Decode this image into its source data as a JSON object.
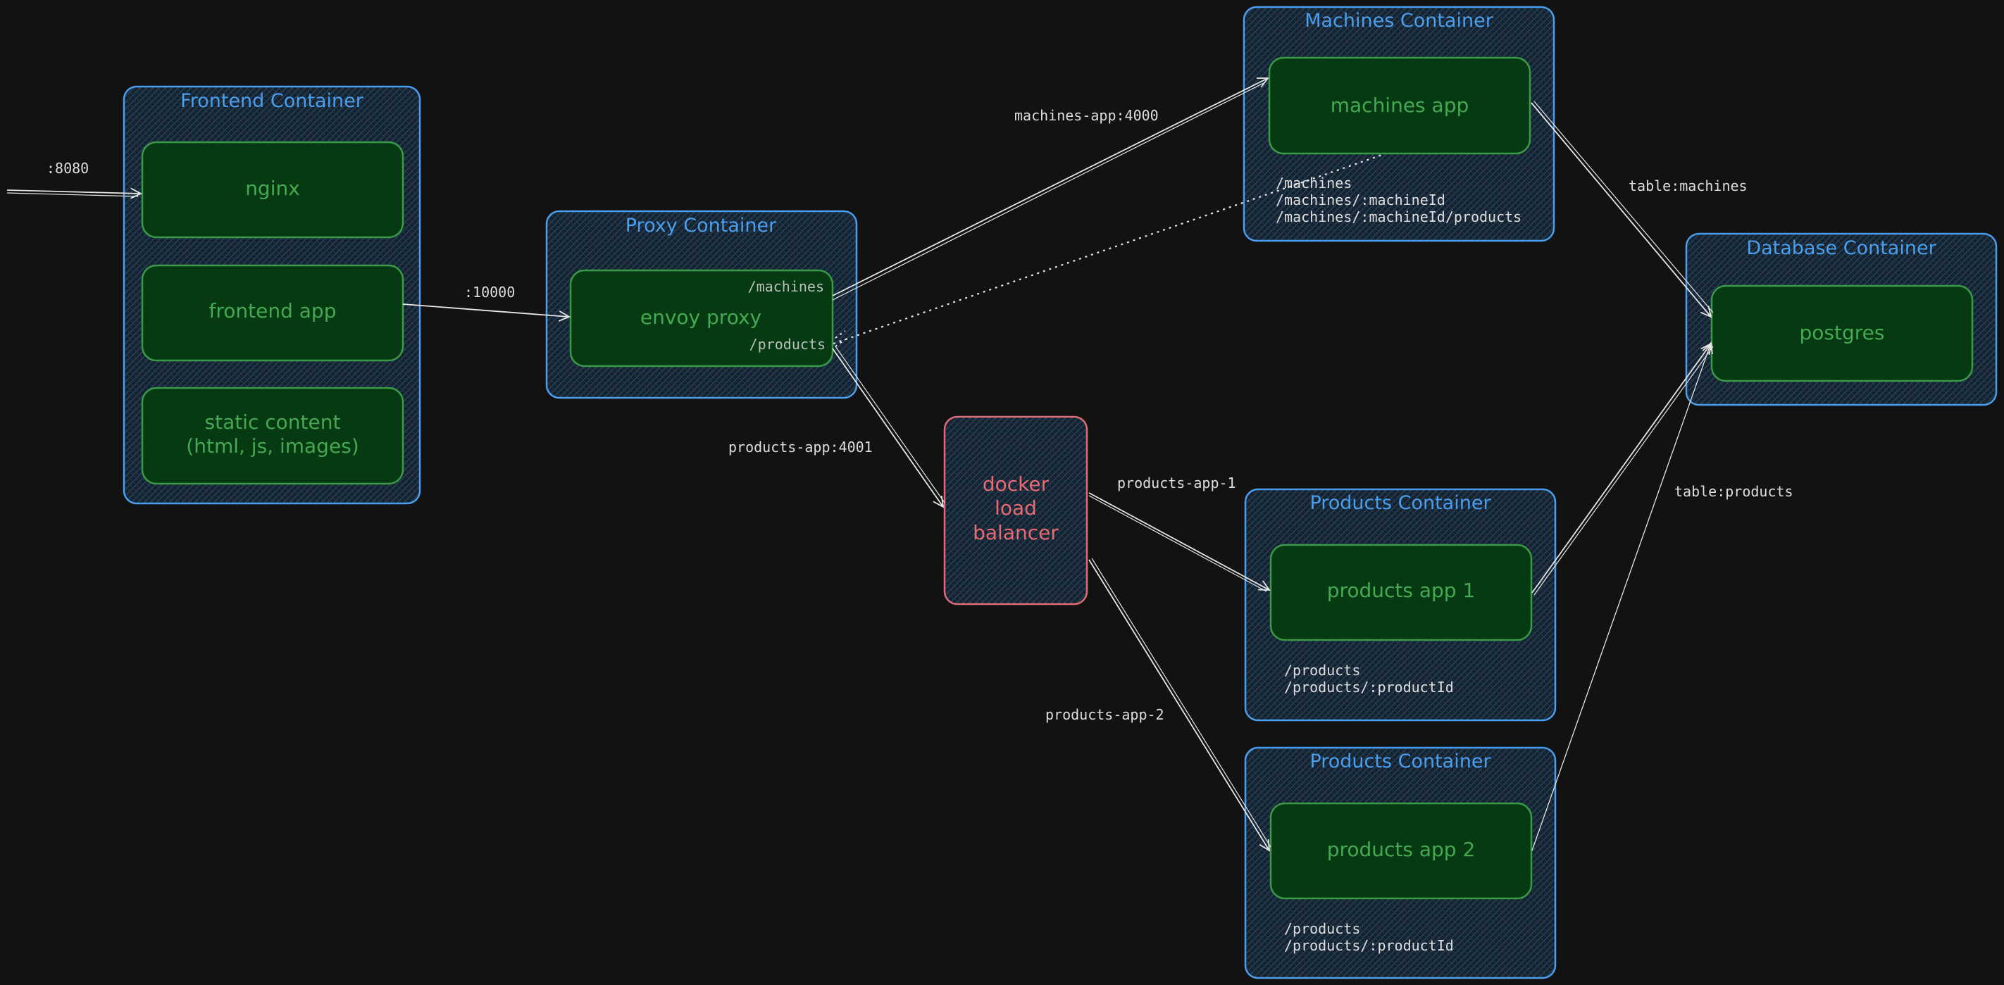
{
  "colors": {
    "background": "#121212",
    "container_stroke": "#4a9eed",
    "container_title": "#4a9eed",
    "container_hatch": "#1e3f5c",
    "app_fill": "#063a12",
    "app_stroke": "#3a9a48",
    "app_text": "#45a852",
    "lb_stroke": "#e06c75",
    "lb_text": "#e86a73",
    "label_text": "#dedede",
    "arrow": "#e6e6e6"
  },
  "containers": {
    "frontend": "Frontend Container",
    "proxy": "Proxy Container",
    "machines": "Machines Container",
    "database": "Database Container",
    "products1": "Products Container",
    "products2": "Products Container"
  },
  "apps": {
    "nginx": "nginx",
    "frontend_app": "frontend app",
    "static_line1": "static content",
    "static_line2": "(html, js, images)",
    "envoy": "envoy proxy",
    "machines_app": "machines app",
    "postgres": "postgres",
    "products_app_1": "products app 1",
    "products_app_2": "products app 2"
  },
  "load_balancer": {
    "line1": "docker",
    "line2": "load",
    "line3": "balancer"
  },
  "routes": {
    "envoy_machines": "/machines",
    "envoy_products": "/products",
    "machines": [
      "/machines",
      "/machines/:machineId",
      "/machines/:machineId/products"
    ],
    "products1": [
      "/products",
      "/products/:productId"
    ],
    "products2": [
      "/products",
      "/products/:productId"
    ]
  },
  "edge_labels": {
    "port_8080": ":8080",
    "port_10000": ":10000",
    "machines_app_4000": "machines-app:4000",
    "products_app_4001": "products-app:4001",
    "products_app_1": "products-app-1",
    "products_app_2": "products-app-2",
    "table_machines": "table:machines",
    "table_products": "table:products"
  }
}
